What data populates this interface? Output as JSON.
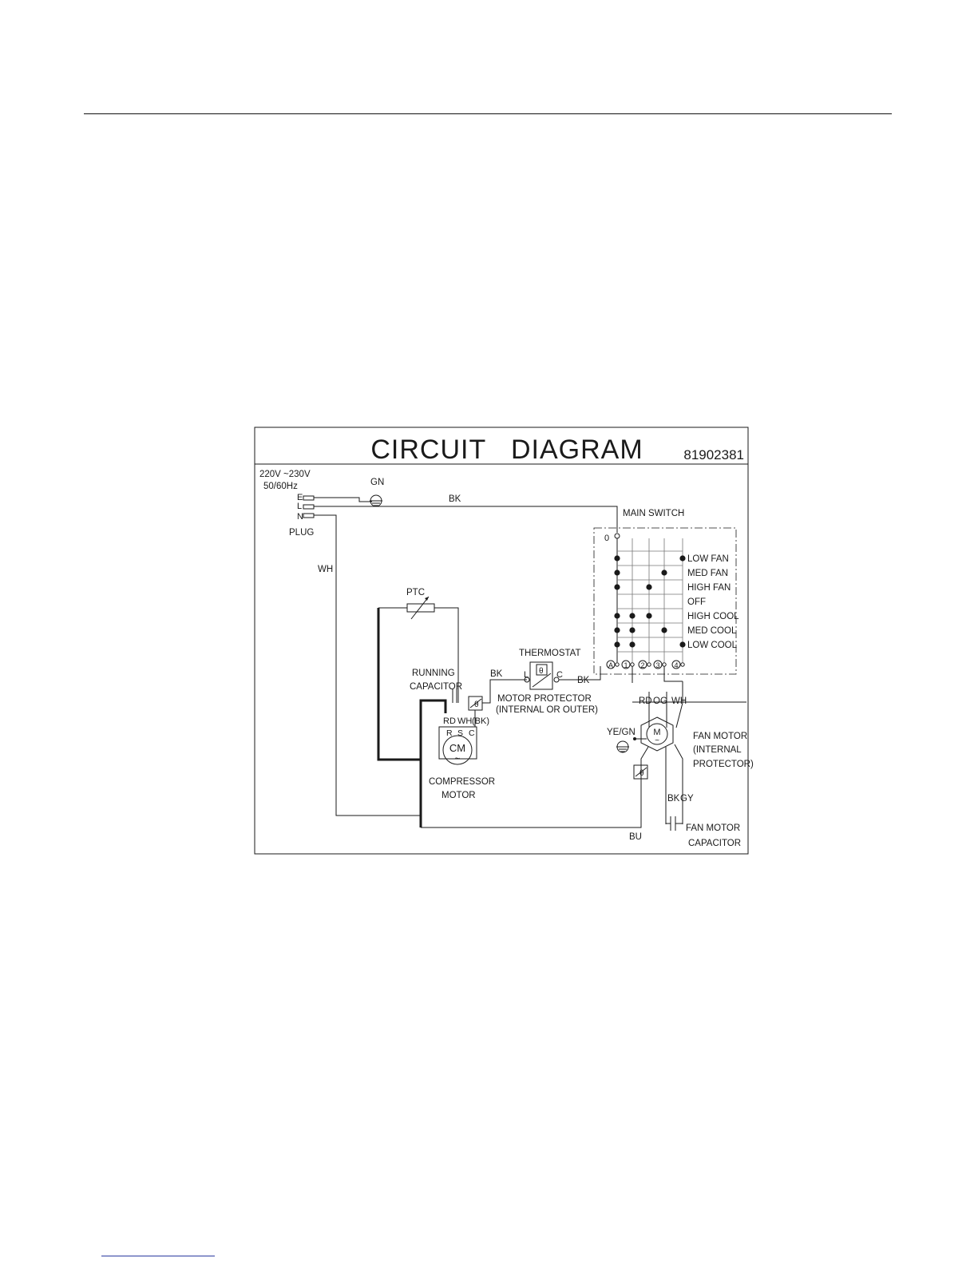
{
  "diagram": {
    "title": "CIRCUIT   DIAGRAM",
    "part_number": "81902381",
    "supply": {
      "voltage": "220V ~230V",
      "frequency": "50/60Hz",
      "pin_e": "E",
      "pin_l": "L",
      "pin_n": "N",
      "plug_label": "PLUG"
    },
    "ground_label": "GN",
    "wire_bk_top": "BK",
    "wire_wh": "WH",
    "main_switch": {
      "label": "MAIN SWITCH",
      "zero": "0",
      "positions": [
        "LOW FAN",
        "MED FAN",
        "HIGH FAN",
        "OFF",
        "HIGH COOL",
        "MED COOL",
        "LOW COOL"
      ],
      "terminals": [
        "A",
        "1",
        "2",
        "3",
        "4"
      ],
      "connections": [
        [
          1,
          0,
          0,
          0,
          1
        ],
        [
          1,
          0,
          0,
          1,
          0
        ],
        [
          1,
          0,
          1,
          0,
          0
        ],
        [
          0,
          0,
          0,
          0,
          0
        ],
        [
          1,
          1,
          1,
          0,
          0
        ],
        [
          1,
          1,
          0,
          1,
          0
        ],
        [
          1,
          1,
          0,
          0,
          1
        ]
      ]
    },
    "ptc_label": "PTC",
    "running_capacitor": [
      "RUNNING",
      "CAPACITOR"
    ],
    "thermostat": {
      "label": "THERMOSTAT",
      "pin_l": "L",
      "pin_c": "C",
      "wire_left": "BK",
      "wire_right": "BK"
    },
    "motor_protector": [
      "MOTOR PROTECTOR",
      "(INTERNAL  OR  OUTER)"
    ],
    "compressor": {
      "wire_rd": "RD",
      "wire_wh": "WH",
      "wire_bk": "(BK)",
      "pin_r": "R",
      "pin_s": "S",
      "pin_c": "C",
      "symbol": "CM",
      "label": [
        "COMPRESSOR",
        "MOTOR"
      ]
    },
    "fan_motor": {
      "wire_rd": "RD",
      "wire_og": "OG",
      "wire_wh": "WH",
      "ground": "YE/GN",
      "symbol": "M",
      "label": [
        "FAN MOTOR",
        "(INTERNAL",
        "PROTECTOR)"
      ],
      "wire_bk": "BK",
      "wire_gy": "GY"
    },
    "fan_capacitor": [
      "FAN MOTOR",
      "CAPACITOR"
    ],
    "wire_bu": "BU",
    "protector_symbol": "θ"
  }
}
